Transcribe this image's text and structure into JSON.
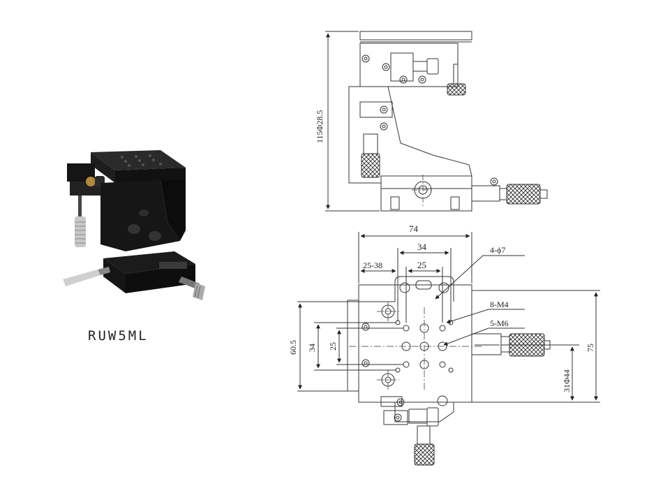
{
  "product": {
    "model": "RUW5ML"
  },
  "side_view": {
    "height_label": "115Φ28.5"
  },
  "top_view": {
    "width_total": "74",
    "width_34": "34",
    "width_25": "25",
    "offset_range": "25-38",
    "height_60_5": "60.5",
    "height_34": "34",
    "height_25": "25",
    "height_75": "75",
    "height_31_44": "31Φ44",
    "holes_4_phi7": "4-ϕ7",
    "holes_8_m4": "8-M4",
    "holes_5_m6": "5-M6"
  },
  "colors": {
    "line": "#333333",
    "stage_body": "#1a1a1a",
    "knurl": "#9a9a9a"
  }
}
